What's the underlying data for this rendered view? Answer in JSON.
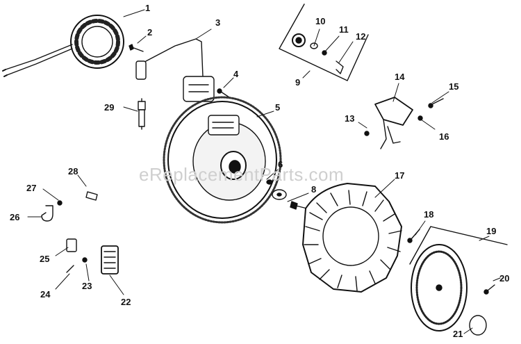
{
  "watermark": "eReplacementParts.com",
  "callouts": {
    "c1": "1",
    "c2": "2",
    "c3": "3",
    "c4": "4",
    "c5": "5",
    "c6": "6",
    "c8": "8",
    "c9": "9",
    "c10": "10",
    "c11": "11",
    "c12": "12",
    "c13": "13",
    "c14": "14",
    "c15": "15",
    "c16": "16",
    "c17": "17",
    "c18": "18",
    "c19": "19",
    "c20": "20",
    "c21": "21",
    "c22": "22",
    "c23": "23",
    "c24": "24",
    "c25": "25",
    "c26": "26",
    "c27": "27",
    "c28": "28",
    "c29": "29"
  },
  "icons": {
    "stator": "stator-coil-icon",
    "flywheel": "flywheel-icon",
    "fan": "fan-icon",
    "screen": "grass-screen-icon",
    "module": "ignition-module-icon",
    "rectifier": "rectifier-regulator-icon"
  }
}
